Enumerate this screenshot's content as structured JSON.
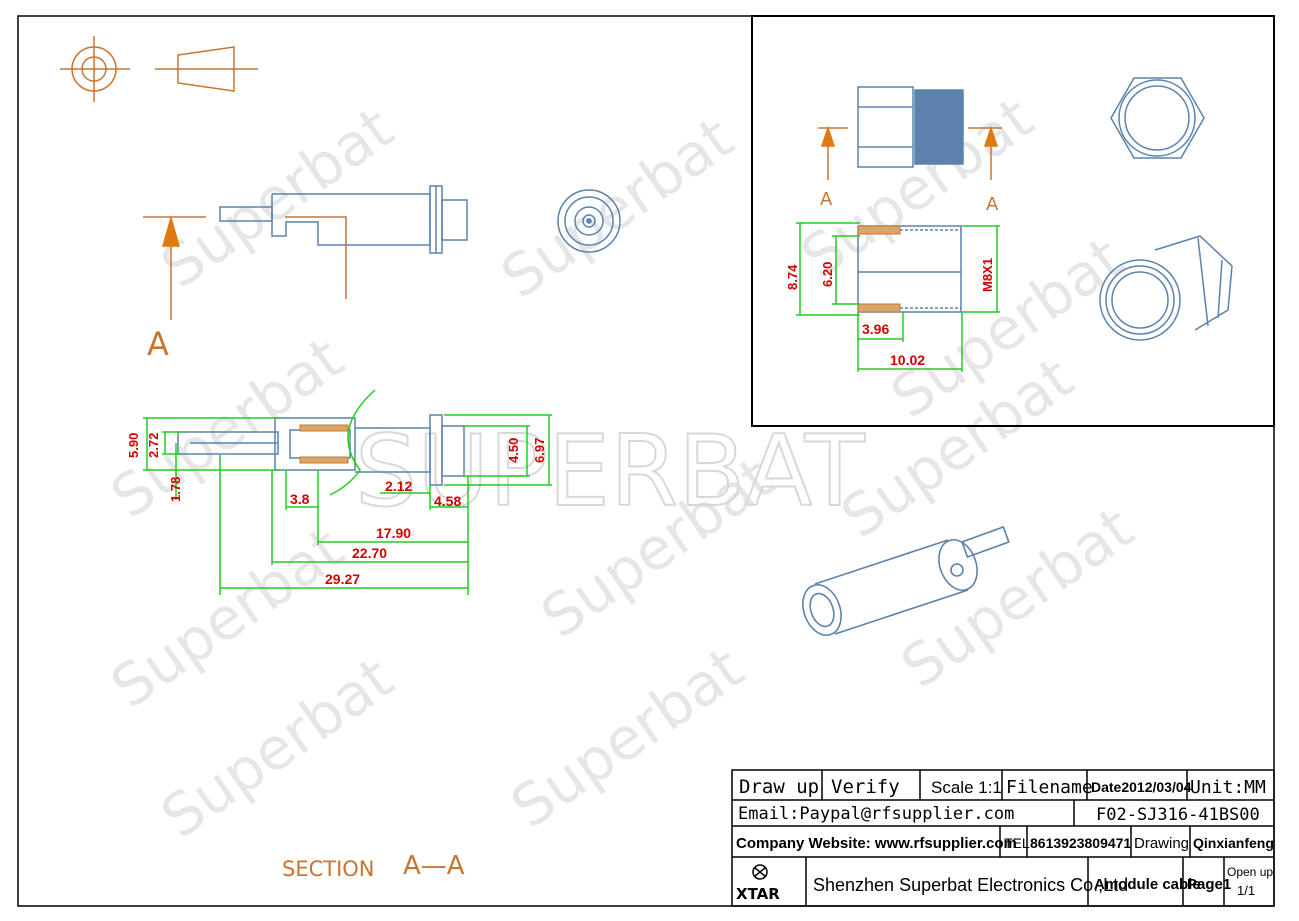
{
  "watermark": {
    "text": "Superbat",
    "big_text": "SUPERBAT"
  },
  "section": {
    "label": "SECTION",
    "name": "A—A",
    "marker": "A"
  },
  "dimensions_side": {
    "d590": "5.90",
    "d272": "2.72",
    "d178": "1.78",
    "d38": "3.8",
    "d212": "2.12",
    "d458": "4.58",
    "d1790": "17.90",
    "d2270": "22.70",
    "d2927": "29.27",
    "d450": "4.50",
    "d697": "6.97"
  },
  "dimensions_inset": {
    "d874": "8.74",
    "d620": "6.20",
    "d396": "3.96",
    "d1002": "10.02",
    "thread": "M8X1"
  },
  "inset_markers": {
    "left": "A",
    "right": "A"
  },
  "title_block": {
    "draw_up": "Draw up",
    "verify": "Verify",
    "scale": "Scale 1:1",
    "filename": "Filename",
    "date": "Date2012/03/04",
    "unit": "Unit:MM",
    "email": "Email:Paypal@rfsupplier.com",
    "part_no": "F02-SJ316-41BS00",
    "website": "Company Website:  www.rfsupplier.com",
    "tel_label": "TEL",
    "tel": "8613923809471",
    "drawing_label": "Drawing",
    "drawer": "Qinxianfeng",
    "logo": "XTAR",
    "company": "Shenzhen Superbat Electronics Co.,Ltd",
    "module": "Amodule cable",
    "page": "Page1",
    "open_up": "Open up",
    "open_up_count": "1/1"
  },
  "colors": {
    "outline": "#c87533",
    "part": "#5b82ad",
    "dimension": "#22cc22",
    "dimension_text": "#d40000"
  }
}
